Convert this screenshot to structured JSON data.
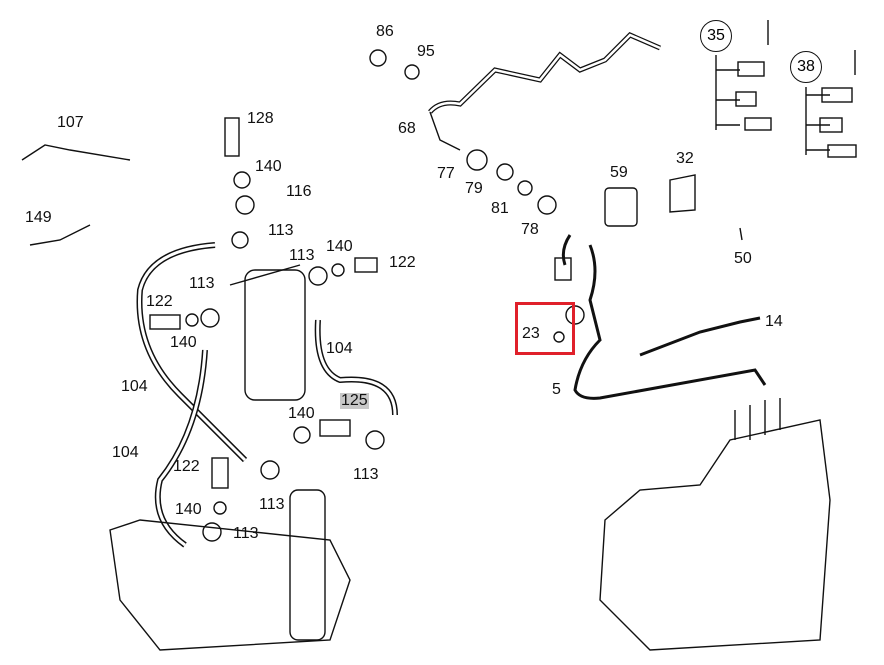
{
  "diagram": {
    "callouts": {
      "c86": "86",
      "c95": "95",
      "c68": "68",
      "c77": "77",
      "c79": "79",
      "c81": "81",
      "c78": "78",
      "c59": "59",
      "c32": "32",
      "c35": "35",
      "c38": "38",
      "c50": "50",
      "c14": "14",
      "c23": "23",
      "c5": "5",
      "c107": "107",
      "c149": "149",
      "c128": "128",
      "c140a": "140",
      "c116": "116",
      "c113a": "113",
      "c113b": "113",
      "c140b": "140",
      "c122a": "122",
      "c122b": "122",
      "c113c": "113",
      "c140c": "140",
      "c104a": "104",
      "c104b": "104",
      "c125": "125",
      "c140d": "140",
      "c104c": "104",
      "c122c": "122",
      "c113d": "113",
      "c113e": "113",
      "c140e": "140",
      "c113f": "113"
    },
    "highlighted_part": "23",
    "highlight_color": "#e0202a"
  }
}
